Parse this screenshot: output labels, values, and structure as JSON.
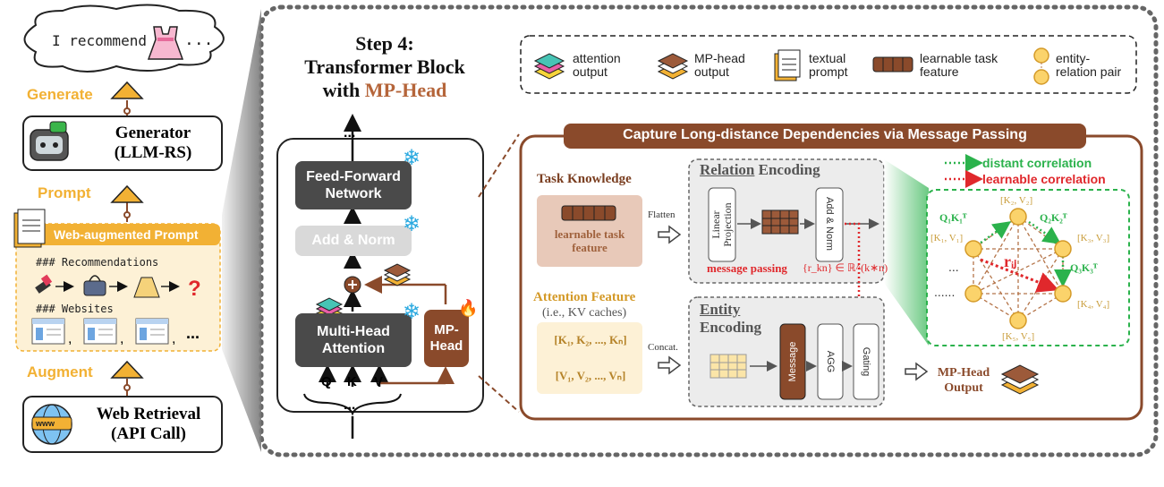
{
  "left_panel": {
    "bubble_text": "I recommend",
    "bubble_ellipsis": "...",
    "generate_label": "Generate",
    "generator": "Generator",
    "generator_sub": "(LLM-RS)",
    "prompt_label": "Prompt",
    "prompt_title": "Web-augmented Prompt",
    "recommendations": "### Recommendations",
    "websites": "### Websites",
    "web_sep1": ",",
    "web_sep2": ",",
    "web_sep3": ",",
    "web_ellipsis": "...",
    "augment_label": "Augment",
    "retrieval": "Web Retrieval",
    "retrieval_sub": "(API Call)",
    "www": "www"
  },
  "step": {
    "line1": "Step 4:",
    "line2": "Transformer Block",
    "line3_prefix": "with ",
    "line3_hl": "MP-Head"
  },
  "legend": [
    {
      "icon": "attention-output-icon",
      "label": "attention output"
    },
    {
      "icon": "mp-head-output-icon",
      "label": "MP-head output"
    },
    {
      "icon": "textual-prompt-icon",
      "label": "textual prompt"
    },
    {
      "icon": "learnable-task-feature-icon",
      "label": "learnable task feature"
    },
    {
      "icon": "entity-relation-pair-icon",
      "label": "entity-relation pair"
    }
  ],
  "transformer": {
    "ffn": "Feed-Forward Network",
    "add_norm": "Add & Norm",
    "mha": "Multi-Head Attention",
    "mp_head": "MP-Head",
    "q": "Q",
    "k": "K",
    "v": "V",
    "dots_top": "...",
    "dots_bottom": "..."
  },
  "capture": {
    "title": "Capture Long-distance Dependencies via Message Passing",
    "task_knowledge": "Task Knowledge",
    "learnable_task_feature": "learnable task feature",
    "flatten": "Flatten",
    "relation_bold": "Relation",
    "relation_rest": " Encoding",
    "linear_projection": "Linear Projection",
    "add_norm": "Add & Norm",
    "message_passing": "message passing",
    "mp_formula": "{r_kn} ∈ ℝ^(k∗n)",
    "attention_feature": "Attention Feature",
    "kv_caches": "(i.e., KV caches)",
    "k_seq": "[K₁, K₂, ..., Kₙ]",
    "v_seq": "[V₁, V₂, ..., Vₙ]",
    "concat": "Concat.",
    "entity_bold": "Entity",
    "entity_rest": "Encoding",
    "message": "Message",
    "agg": "AGG",
    "gating": "Gating",
    "mp_output": "MP-Head Output",
    "distant": "distant correlation",
    "learnable": "learnable correlation",
    "graph": {
      "k2v2": "[K₂, V₂]",
      "k1v1": "[K₁, V₁]",
      "k3v3": "[K₃, V₃]",
      "k4v4": "[K₄, V₄]",
      "k5v5": "[K₅, V₅]",
      "q1k1": "Q₁K₁ᵀ",
      "q2k2": "Q₂K₂ᵀ",
      "q3k3": "Q₃K₃ᵀ",
      "rij": "rᵢⱼ",
      "dots1": "...",
      "dots2": "......"
    }
  },
  "colors": {
    "orange": "#f2b134",
    "brown": "#8a4a2b",
    "dark_gray": "#4a4a4a",
    "green": "#2bb24c",
    "red": "#e0282c"
  }
}
